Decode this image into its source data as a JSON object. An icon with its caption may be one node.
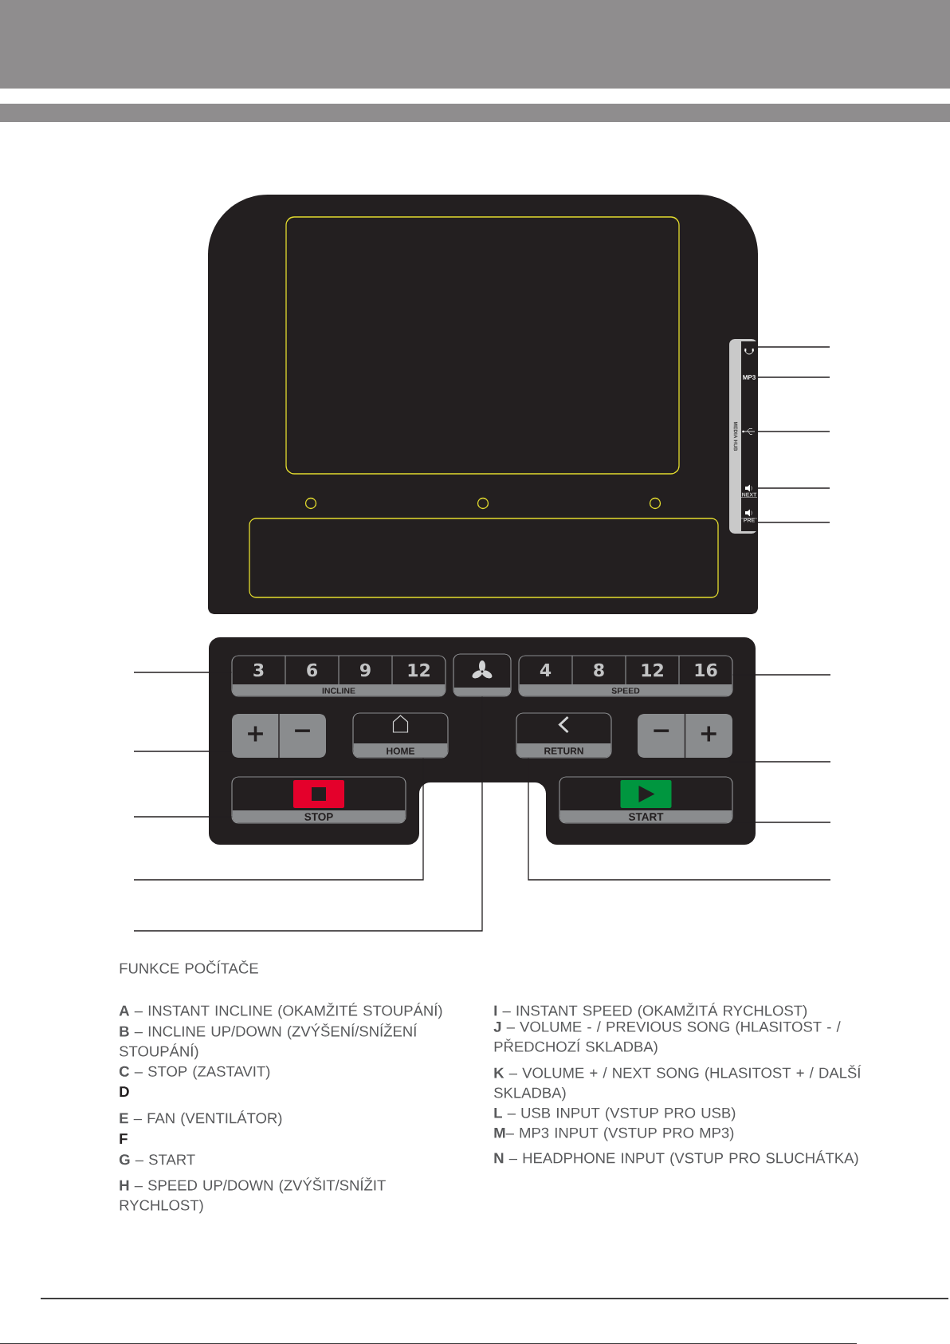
{
  "diagram": {
    "nodes": [
      {
        "text": [
          "MEDIA HUB"
        ]
      },
      {
        "text": [],
        "shape": "icon",
        "in": 0
      },
      {
        "text": [
          "MP3"
        ],
        "in": 0
      },
      {
        "text": [],
        "shape": "icon",
        "in": 0
      },
      {
        "text": [
          "NEXT"
        ],
        "in": 0
      },
      {
        "text": [
          "PRE"
        ],
        "in": 0
      },
      {
        "text": [
          "3",
          "6",
          "9",
          "12",
          "INCLINE"
        ]
      },
      {
        "text": [],
        "shape": "button"
      },
      {
        "text": [
          "4",
          "8",
          "12",
          "16",
          "SPEED"
        ]
      },
      {
        "text": [
          "+",
          "−"
        ]
      },
      {
        "text": [
          "HOME"
        ]
      },
      {
        "text": [
          "RETURN"
        ]
      },
      {
        "text": [
          "−",
          "+"
        ]
      },
      {
        "text": [
          "STOP"
        ]
      },
      {
        "text": [
          "START"
        ]
      }
    ],
    "edges": [
      {
        "from": null,
        "to": 6,
        "arrow": "none"
      },
      {
        "from": null,
        "to": 9,
        "arrow": "none"
      },
      {
        "from": null,
        "to": 13,
        "arrow": "none"
      },
      {
        "from": null,
        "to": 10,
        "arrow": "none"
      },
      {
        "from": null,
        "to": 7,
        "arrow": "none"
      },
      {
        "from": null,
        "to": 11,
        "arrow": "none"
      },
      {
        "from": null,
        "to": 14,
        "arrow": "none"
      },
      {
        "from": null,
        "to": 12,
        "arrow": "none"
      },
      {
        "from": null,
        "to": 8,
        "arrow": "none"
      },
      {
        "from": null,
        "to": 5,
        "arrow": "none"
      },
      {
        "from": null,
        "to": 4,
        "arrow": "none"
      },
      {
        "from": null,
        "to": 3,
        "arrow": "none"
      },
      {
        "from": null,
        "to": 2,
        "arrow": "none"
      },
      {
        "from": null,
        "to": 1,
        "arrow": "none"
      }
    ],
    "labels": [
      "FUNKCE POČÍTAČE",
      "**A** – INSTANT INCLINE (OKAMŽITÉ STOUPÁNÍ)",
      "**B** – INCLINE UP/DOWN (ZVÝŠENÍ/SNÍŽENÍ STOUPÁNÍ)",
      "**C** – STOP (ZASTAVIT)",
      "D",
      "**E** – FAN (VENTILÁTOR)",
      "F",
      "**G** – START",
      "**H** – SPEED UP/DOWN (ZVÝŠIT/SNÍŽIT RYCHLOST)",
      "**I** – INSTANT SPEED (OKAMŽITÁ RYCHLOST)",
      "**J** – VOLUME - / PREVIOUS SONG (HLASITOST - / PŘEDCHOZÍ SKLADBA)",
      "**K** – VOLUME + / NEXT SONG (HLASITOST + / DALŠÍ SKLADBA)",
      "**L** – USB INPUT (VSTUP PRO USB)",
      "**M**– MP3 INPUT (VSTUP PRO MP3)",
      "**N** – HEADPHONE INPUT (VSTUP PRO SLUCHÁTKA)"
    ]
  }
}
